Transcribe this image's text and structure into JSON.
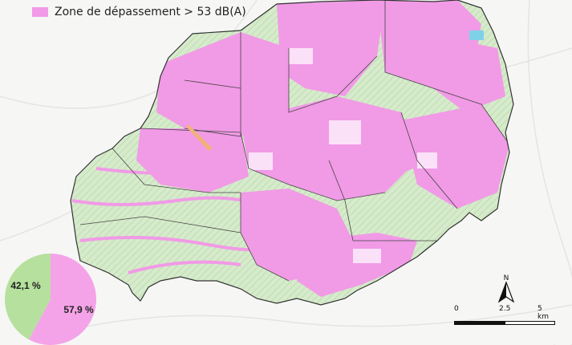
{
  "legend": {
    "label": "Zone de dépassement > 53 dB(A)",
    "color": "#f19ae6"
  },
  "pie": {
    "exceed_pct": 57.9,
    "exceed_label": "57,9 %",
    "other_pct": 42.1,
    "other_label": "42,1 %",
    "exceed_color": "#f5a3e8",
    "other_color": "#b6e09d"
  },
  "scalebar": {
    "labels": [
      "0",
      "2.5",
      "5 km"
    ]
  },
  "north_arrow": {
    "label": "N"
  },
  "colors": {
    "exceedance": "#f19ae6",
    "vegetation": "#cfe6c4",
    "background": "#f6f6f5",
    "border": "#333333"
  }
}
